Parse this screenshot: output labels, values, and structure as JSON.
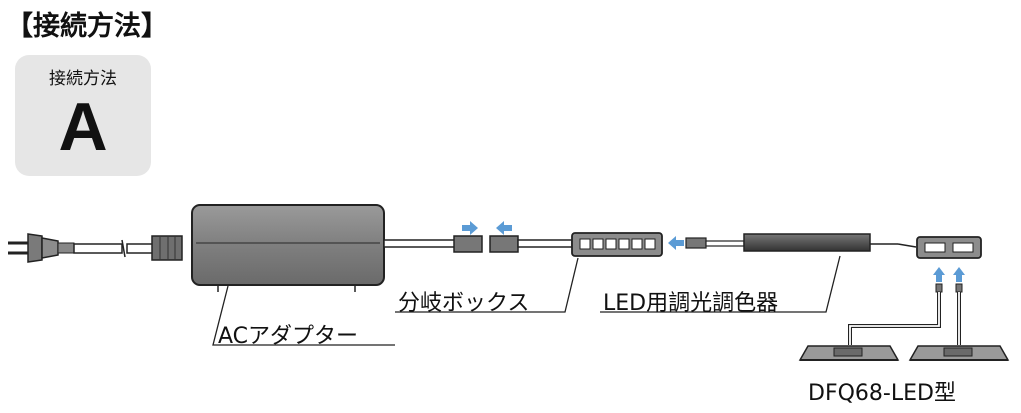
{
  "title": "【接続方法】",
  "method_badge": {
    "label": "接続方法",
    "letter": "A"
  },
  "labels": {
    "ac_adapter": "ACアダプター",
    "branch_box": "分岐ボックス",
    "dimmer": "LED用調光調色器",
    "model": "DFQ68-LED型"
  },
  "colors": {
    "arrow": "#5b9bd5",
    "device_fill": "#8c8c8c",
    "outline": "#222222",
    "badge_bg": "#e6e6e6"
  }
}
